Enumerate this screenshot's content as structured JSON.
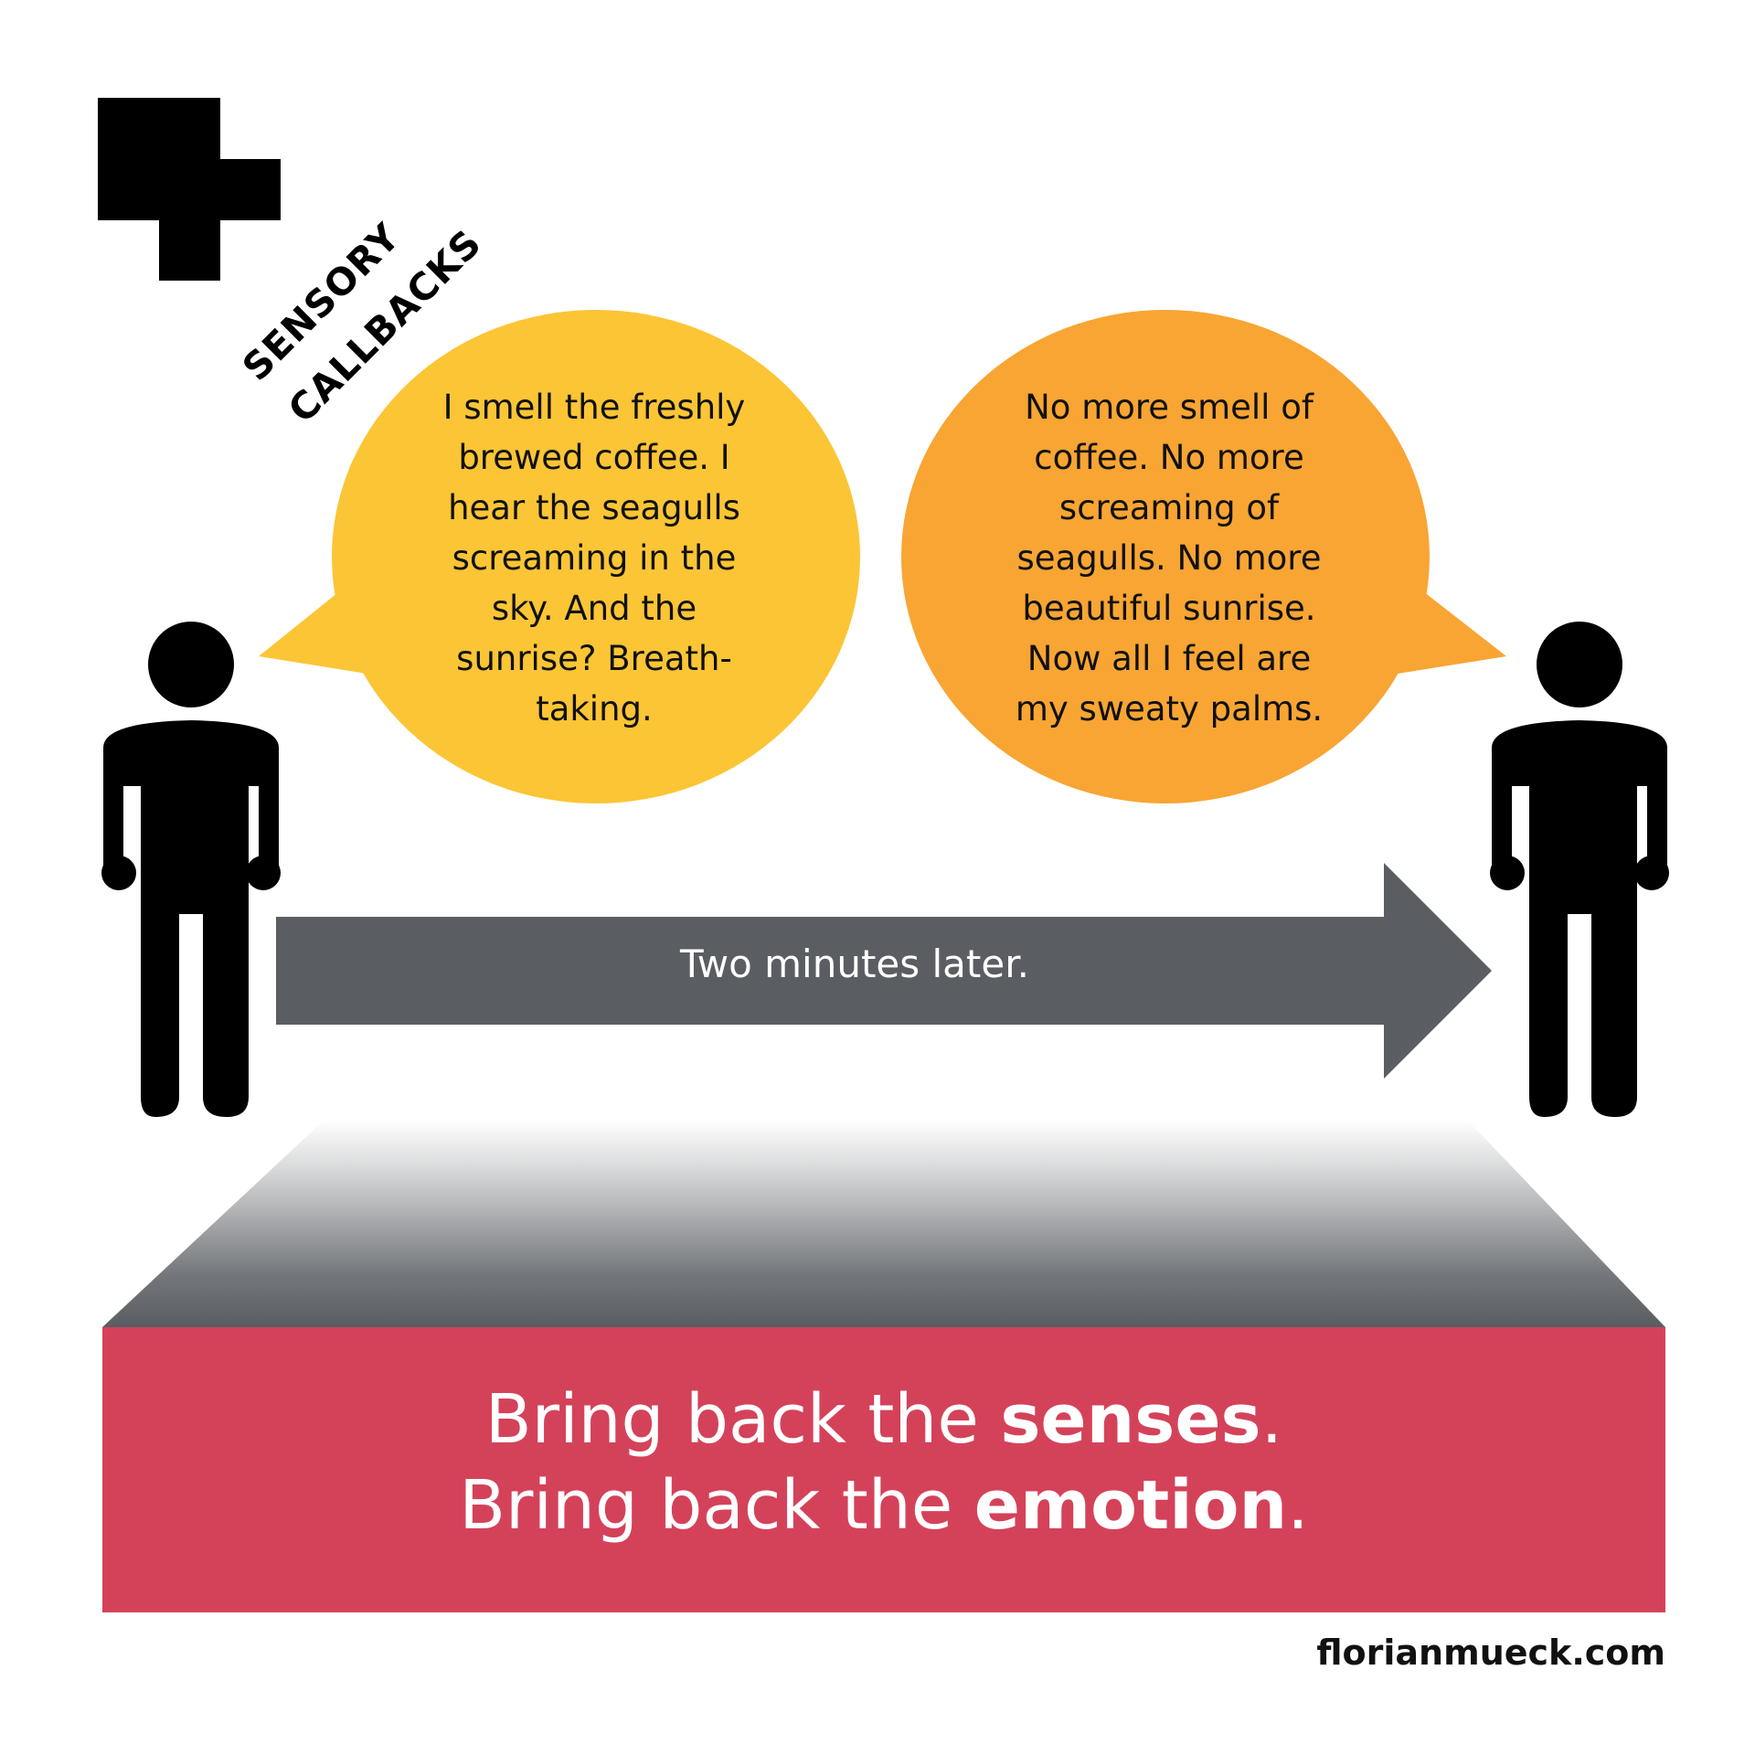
{
  "logo": {
    "title_line1": "SENSORY",
    "title_line2": "CALLBACKS"
  },
  "bubbles": [
    {
      "color": "#fbc535",
      "lines": [
        "I smell the freshly",
        "brewed coffee. I",
        "hear the seagulls",
        "screaming in the",
        "sky. And the",
        "sunrise? Breath-",
        "taking."
      ]
    },
    {
      "color": "#f8a533",
      "lines": [
        "No more smell of",
        "coffee. No more",
        "screaming of",
        "seagulls. No more",
        "beautiful sunrise.",
        "Now all I feel are",
        "my sweaty palms."
      ]
    }
  ],
  "arrow": {
    "label": "Two minutes later.",
    "color": "#5a5e63"
  },
  "banner": {
    "color": "#d4425a",
    "line1_prefix": "Bring back the ",
    "line1_bold": "senses",
    "line1_suffix": ".",
    "line2_prefix": "Bring back the ",
    "line2_bold": "emotion",
    "line2_suffix": "."
  },
  "footer": {
    "url": "florianmueck.com"
  }
}
